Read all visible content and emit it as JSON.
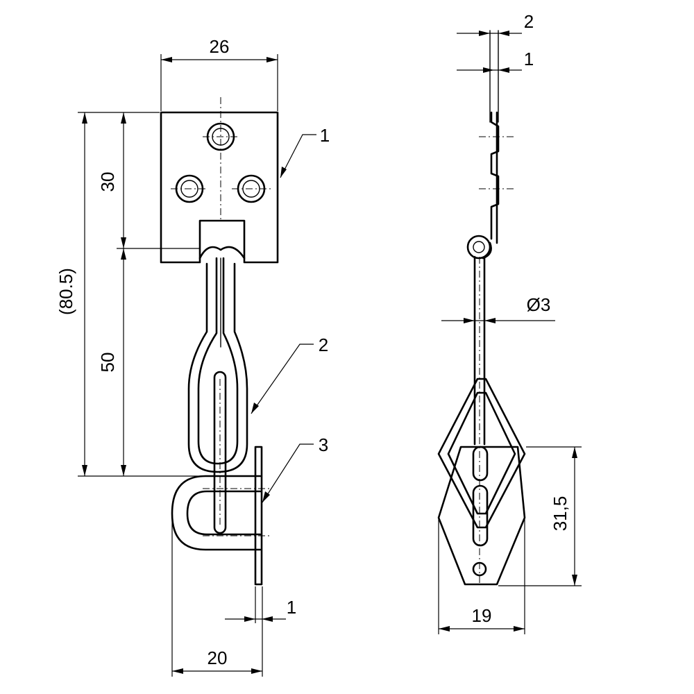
{
  "dimensions": {
    "front_width": "26",
    "front_upper": "30",
    "front_lower": "50",
    "front_total": "(80.5)",
    "staple_depth": "20",
    "staple_thickness": "1",
    "side_thickness_outer": "2",
    "side_thickness_inner": "1",
    "wire_diameter": "Ø3",
    "lock_height": "31,5",
    "lock_width": "19"
  },
  "callouts": [
    "1",
    "2",
    "3"
  ]
}
